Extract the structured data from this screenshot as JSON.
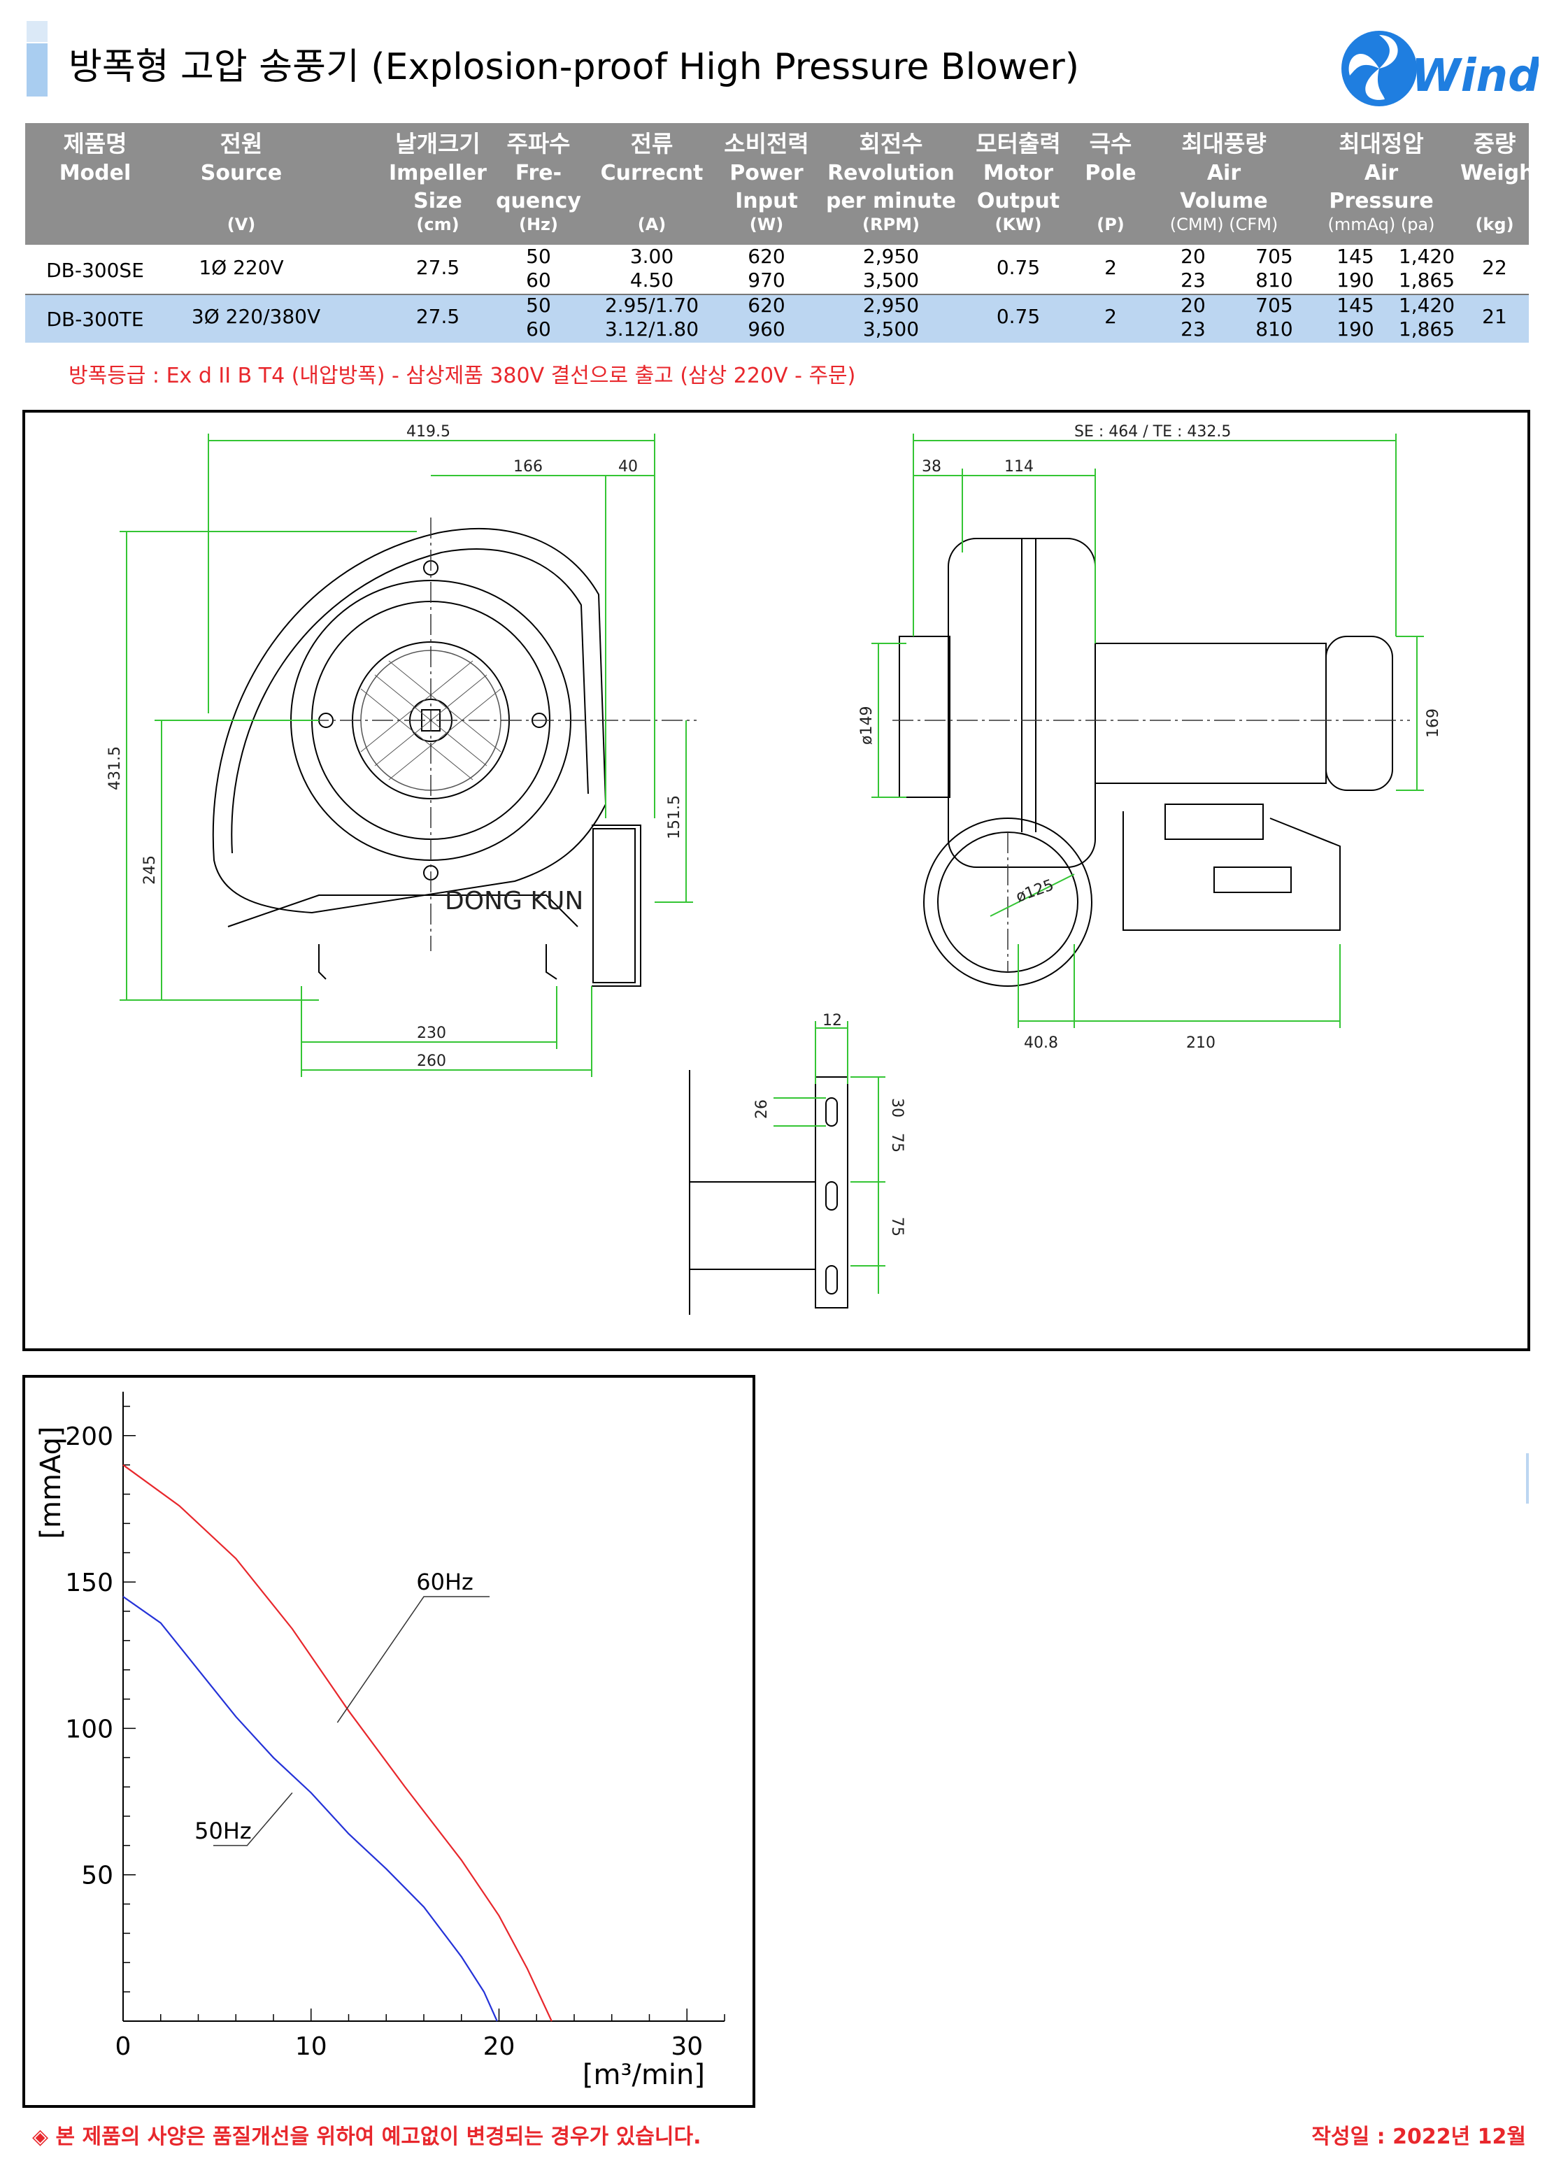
{
  "title": "방폭형 고압 송풍기 (Explosion-proof High Pressure Blower)",
  "logo": {
    "text": "Windy",
    "color": "#1f7ee0"
  },
  "colors": {
    "accent": "#a9cdf0",
    "header_bg": "#8e8e8e",
    "row_highlight": "#bcd6f1",
    "note_red": "#e8272c",
    "curve_60hz": "#e8272c",
    "curve_50hz": "#2432d8",
    "dim_green": "#34c534"
  },
  "table": {
    "headers": [
      {
        "ko": "제품명",
        "en": "Model",
        "unit": ""
      },
      {
        "ko": "전원",
        "en": "Source",
        "unit": "(V)"
      },
      {
        "ko": "날개크기",
        "en": "Impeller\nSize",
        "unit": "(cm)"
      },
      {
        "ko": "주파수",
        "en": "Fre-\nquency",
        "unit": "(Hz)"
      },
      {
        "ko": "전류",
        "en": "Currecnt",
        "unit": "(A)"
      },
      {
        "ko": "소비전력",
        "en": "Power\nInput",
        "unit": "(W)"
      },
      {
        "ko": "회전수",
        "en": "Revolution\nper minute",
        "unit": "(RPM)"
      },
      {
        "ko": "모터출력",
        "en": "Motor\nOutput",
        "unit": "(KW)"
      },
      {
        "ko": "극수",
        "en": "Pole",
        "unit": "(P)"
      },
      {
        "ko": "최대풍량",
        "en": "Air\nVolume",
        "unit": "(CMM)   (CFM)"
      },
      {
        "ko": "최대정압",
        "en": "Air\nPressure",
        "unit": "(mmAq)   (pa)"
      },
      {
        "ko": "중량",
        "en": "Weight",
        "unit": "(kg)"
      }
    ],
    "rows": [
      {
        "model": "DB-300SE",
        "source": "1Ø 220V",
        "impeller": "27.5",
        "hz": [
          "50",
          "60"
        ],
        "current": [
          "3.00",
          "4.50"
        ],
        "power": [
          "620",
          "970"
        ],
        "rpm": [
          "2,950",
          "3,500"
        ],
        "output": "0.75",
        "pole": "2",
        "cmm": [
          "20",
          "23"
        ],
        "cfm": [
          "705",
          "810"
        ],
        "mmaq": [
          "145",
          "190"
        ],
        "pa": [
          "1,420",
          "1,865"
        ],
        "weight": "22"
      },
      {
        "model": "DB-300TE",
        "source": "3Ø 220/380V",
        "impeller": "27.5",
        "hz": [
          "50",
          "60"
        ],
        "current": [
          "2.95/1.70",
          "3.12/1.80"
        ],
        "power": [
          "620",
          "960"
        ],
        "rpm": [
          "2,950",
          "3,500"
        ],
        "output": "0.75",
        "pole": "2",
        "cmm": [
          "20",
          "23"
        ],
        "cfm": [
          "705",
          "810"
        ],
        "mmaq": [
          "145",
          "190"
        ],
        "pa": [
          "1,420",
          "1,865"
        ],
        "weight": "21"
      }
    ]
  },
  "note": "방폭등급 : Ex d II B T4 (내압방폭)  - 삼상제품 380V 결선으로 출고 (삼상 220V - 주문)",
  "drawing": {
    "front": {
      "width": "419.5",
      "mid": "166",
      "right": "40",
      "height": "431.5",
      "center": "245",
      "outlet": "151.5",
      "base_inner": "230",
      "base_outer": "260",
      "brand": "DONG KUN"
    },
    "side": {
      "overall": "SE : 464 / TE : 432.5",
      "a": "38",
      "b": "114",
      "inlet": "ø149",
      "motor": "169",
      "outlet": "ø125",
      "base_a": "40.8",
      "base_b": "210"
    },
    "bracket": {
      "width": "12",
      "slot": "26",
      "top": "30",
      "pitch1": "75",
      "pitch2": "75"
    }
  },
  "chart_data": {
    "type": "line",
    "title": "",
    "xlabel": "[m³/min]",
    "ylabel": "[mmAq]",
    "xlim": [
      0,
      32
    ],
    "ylim": [
      0,
      215
    ],
    "xticks": [
      0,
      10,
      20,
      30
    ],
    "yticks": [
      50,
      100,
      150,
      200
    ],
    "series": [
      {
        "name": "60Hz",
        "color": "#e8272c",
        "x": [
          0,
          3,
          6,
          9,
          12,
          15,
          18,
          20,
          21.5,
          22.8
        ],
        "y": [
          190,
          176,
          158,
          134,
          106,
          80,
          55,
          36,
          18,
          0
        ]
      },
      {
        "name": "50Hz",
        "color": "#2432d8",
        "x": [
          0,
          2,
          4,
          6,
          8,
          10,
          12,
          14,
          16,
          18,
          19.2,
          19.9
        ],
        "y": [
          145,
          136,
          120,
          104,
          90,
          78,
          64,
          52,
          39,
          22,
          10,
          0
        ]
      }
    ],
    "annotations": [
      {
        "text": "60Hz",
        "at_x": 11.4,
        "at_y": 102
      },
      {
        "text": "50Hz",
        "at_x": 9.0,
        "at_y": 78
      }
    ]
  },
  "footer": {
    "left": "◈ 본 제품의 사양은 품질개선을 위하여 예고없이 변경되는 경우가 있습니다.",
    "right": "작성일 : 2022년 12월"
  }
}
